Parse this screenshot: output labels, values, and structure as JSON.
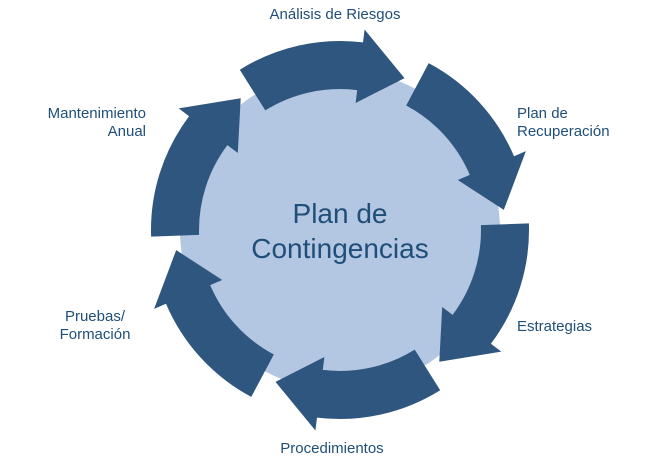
{
  "diagram": {
    "title": "Plan de\nContingencias",
    "steps": [
      {
        "id": "analisis",
        "label": "Análisis de Riesgos"
      },
      {
        "id": "plan-recuperacion",
        "label": "Plan de\nRecuperación"
      },
      {
        "id": "estrategias",
        "label": "Estrategias"
      },
      {
        "id": "procedimientos",
        "label": "Procedimientos"
      },
      {
        "id": "pruebas-formacion",
        "label": "Pruebas/\nFormación"
      },
      {
        "id": "mantenimiento-anual",
        "label": "Mantenimiento\nAnual"
      }
    ],
    "colors": {
      "arrow": "#2e567e",
      "circle": "#b3c6e2",
      "label_text": "#1f4e79",
      "title_text": "#1f4e79",
      "background": "#ffffff"
    }
  }
}
